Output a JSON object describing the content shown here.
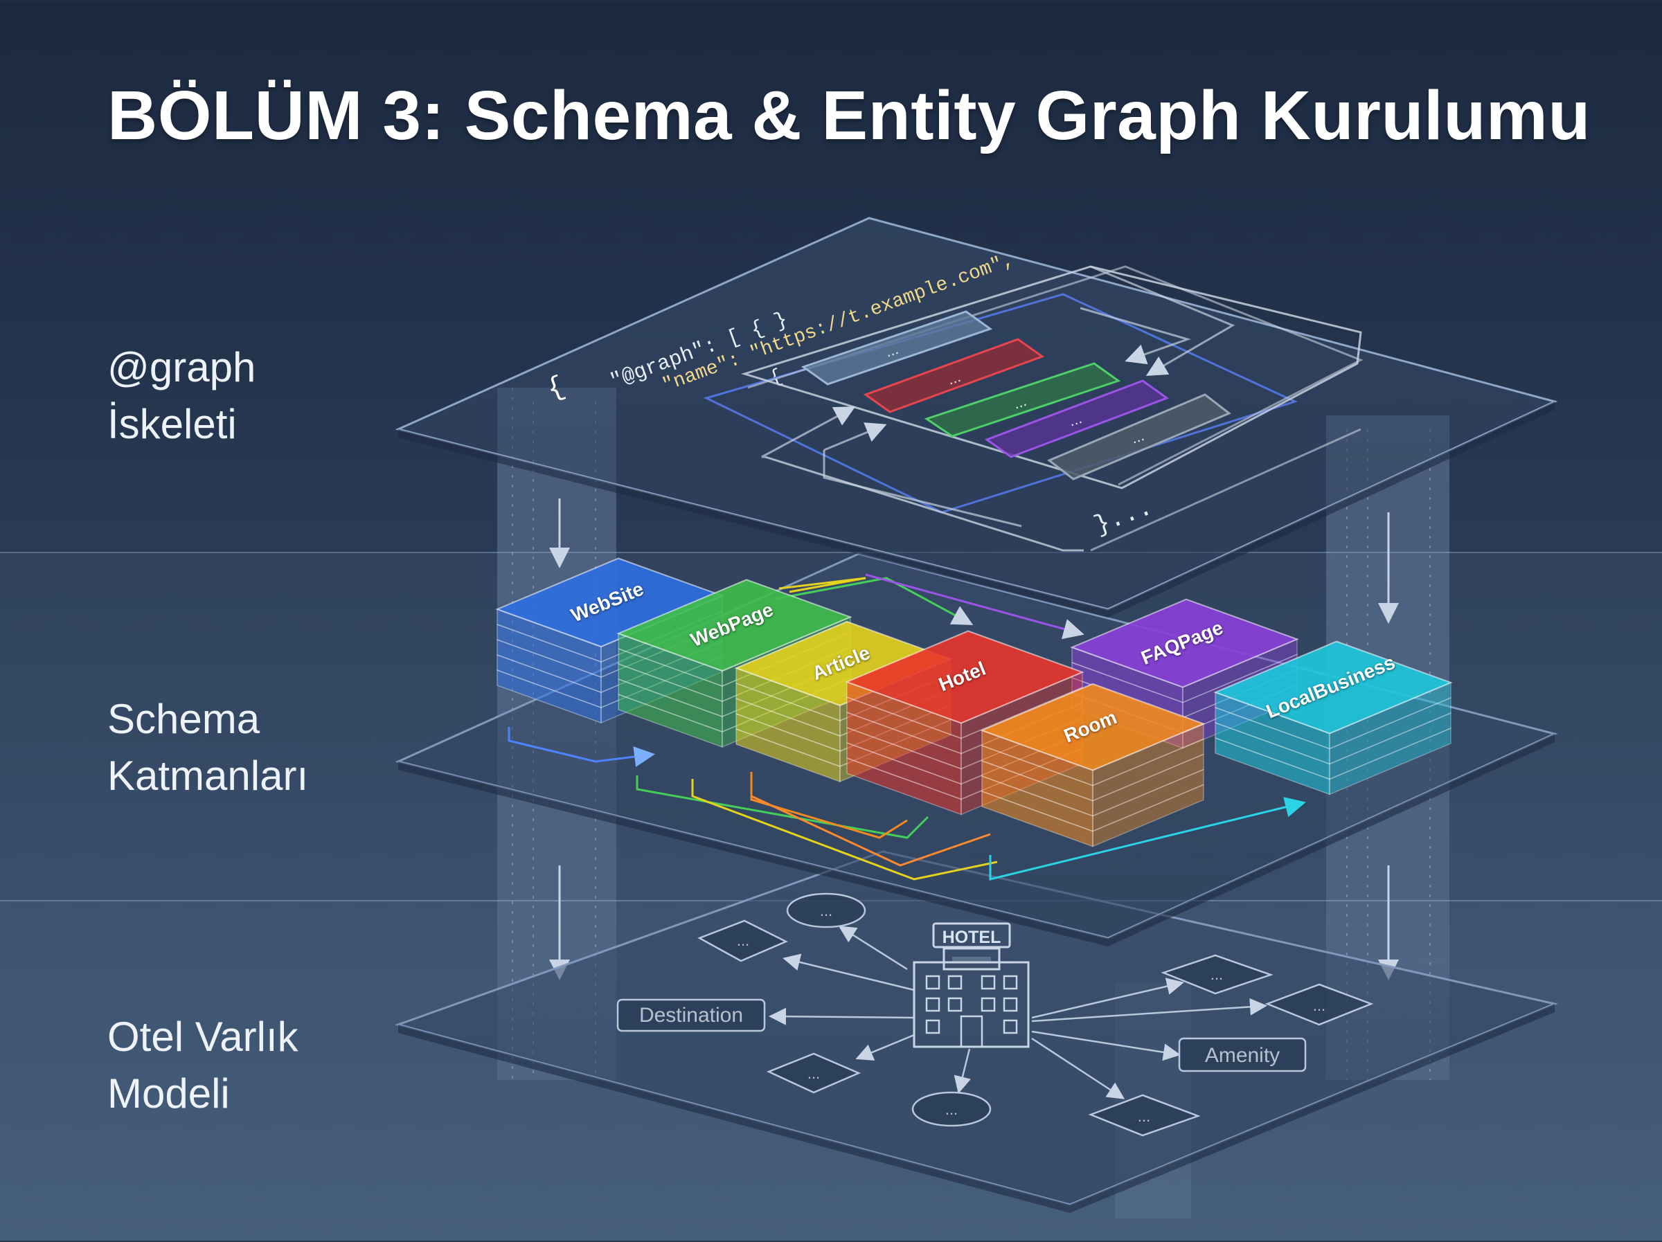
{
  "title": "BÖLÜM 3: Schema & Entity Graph Kurulumu",
  "layers": [
    {
      "line1": "@graph",
      "line2": "İskeleti"
    },
    {
      "line1": "Schema",
      "line2": "Katmanları"
    },
    {
      "line1": "Otel Varlık",
      "line2": "Modeli"
    }
  ],
  "code": {
    "open_brace": "{",
    "graph_key": "\"@graph\": [ {  }",
    "name_key": "\"name\": \"https://t.example.com\",",
    "inner_brace": "{",
    "ellipsis": "...",
    "closing": "}..."
  },
  "schema_blocks": [
    {
      "name": "WebSite",
      "color": "#2f6fe0"
    },
    {
      "name": "WebPage",
      "color": "#3fbf4a"
    },
    {
      "name": "Article",
      "color": "#e5d21c"
    },
    {
      "name": "Hotel",
      "color": "#e8352a"
    },
    {
      "name": "FAQPage",
      "color": "#8a3fd9"
    },
    {
      "name": "Room",
      "color": "#f28a1e"
    },
    {
      "name": "LocalBusiness",
      "color": "#1ec8dc"
    }
  ],
  "entity_model": {
    "hotel_sign": "HOTEL",
    "destination": "Destination",
    "amenity": "Amenity",
    "placeholder": "..."
  }
}
